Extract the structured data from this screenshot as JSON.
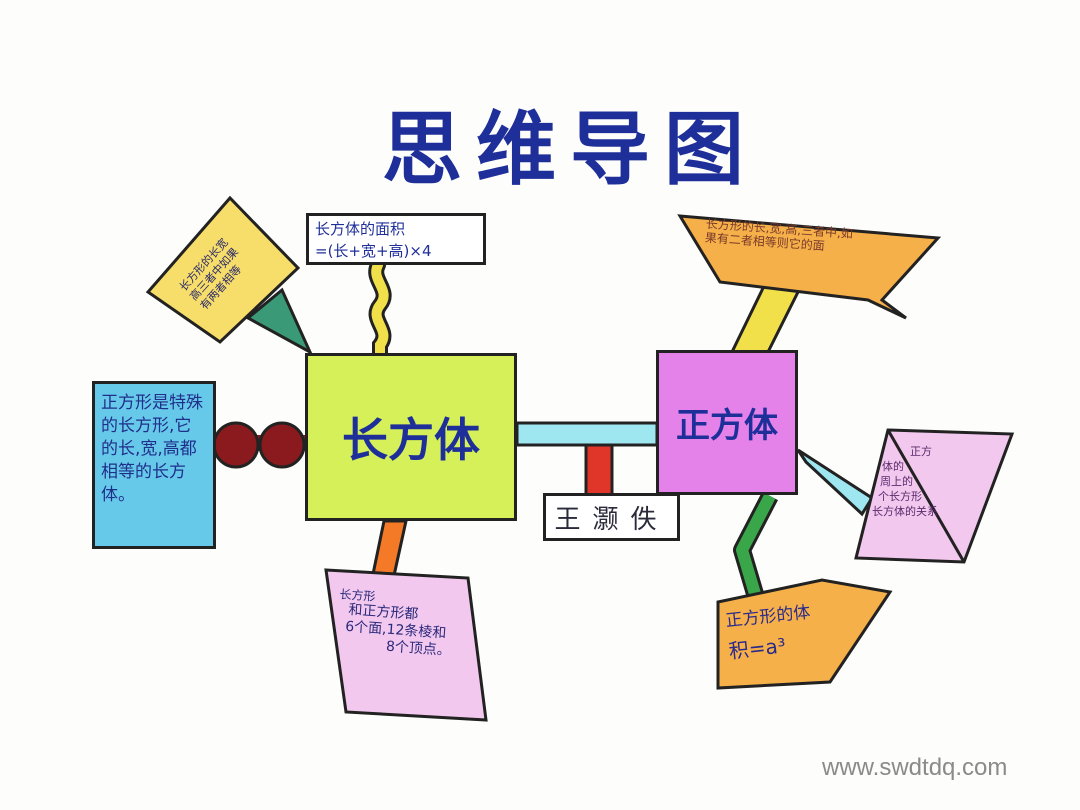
{
  "title": "思维导图",
  "central_nodes": {
    "cuboid": "长方体",
    "cube": "正方体"
  },
  "author": "王灏佚",
  "notes": {
    "area_formula": [
      "长方体的面积",
      "=(长+宽+高)×4"
    ],
    "square_special": "正方形是特殊的长方形,它的长,宽,高都相等的长方体。",
    "faces_edges": [
      "长方形",
      "和正方形都",
      "6个面,12条棱和",
      "8个顶点。"
    ],
    "cube_volume": [
      "正方形的体",
      "积=a³"
    ],
    "top_right": [
      "长方形的长,宽,高,三者中,如",
      "果有二者相等则它的面"
    ],
    "right_triangle": [
      "正方",
      "体的",
      "周上的",
      "个长方形",
      "长方体的关系"
    ]
  },
  "watermark": "www.swdtdq.com",
  "colors": {
    "title": "#1f2f9a",
    "cuboid_fill": "#d6f05a",
    "cube_fill": "#e482ea",
    "connector_blue": "#9ee7f0",
    "connector_red": "#e0362a",
    "connector_orange": "#f47a28",
    "connector_green": "#3aa64a",
    "connector_yellow": "#f2e04a",
    "bead": "#8a1a1e",
    "note_yellow": "#f7de6a",
    "note_pink": "#f3c8ef",
    "note_orange": "#f6b04a",
    "note_blue": "#67c9ea"
  }
}
